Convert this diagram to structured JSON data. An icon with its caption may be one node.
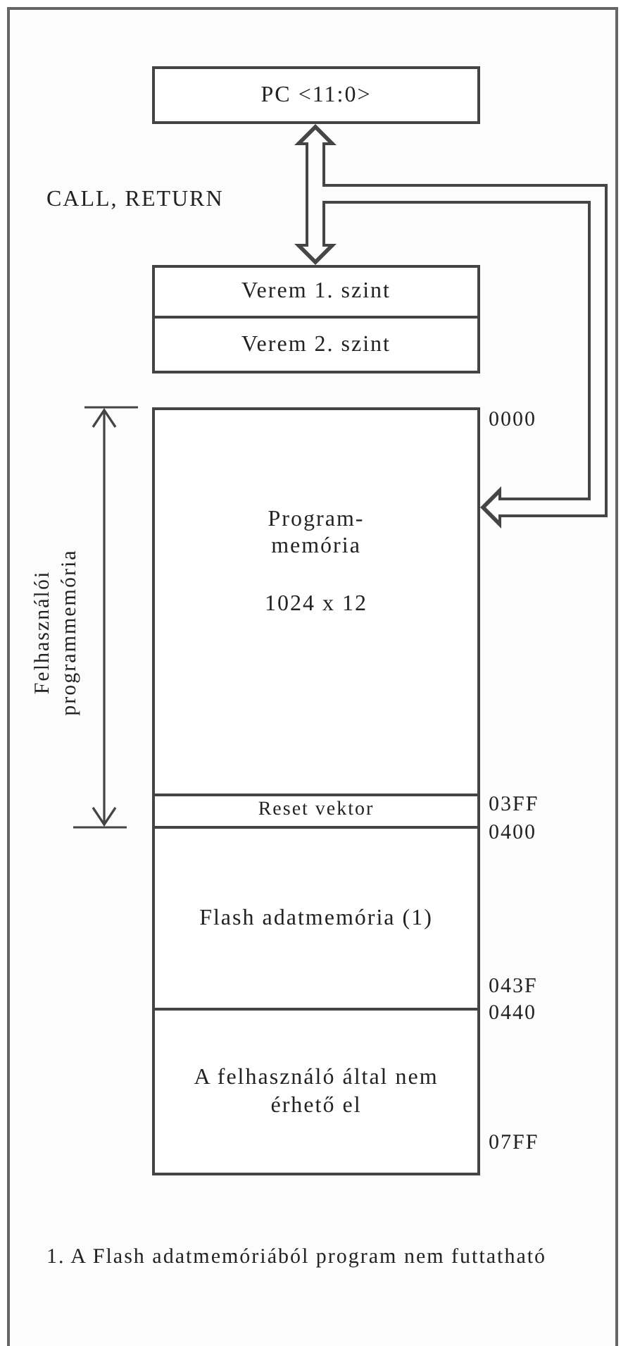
{
  "diagram": {
    "nodes": [
      {
        "text": [
          "PC <11:0>"
        ]
      },
      {
        "text": [
          "Verem 1. szint"
        ]
      },
      {
        "text": [
          "Verem 2. szint"
        ]
      },
      {
        "text": [
          "Program- memória",
          "1024 x 12"
        ]
      },
      {
        "text": [
          "Reset vektor"
        ]
      },
      {
        "text": [
          "Flash adatmemória (1)"
        ]
      },
      {
        "text": [
          "A felhasználó által nem érhető el"
        ]
      }
    ],
    "edges": [
      {
        "from": 0,
        "to": 1,
        "arrow": "both",
        "label": "CALL, RETURN"
      },
      {
        "from": 0,
        "to": 3,
        "arrow": "to"
      }
    ],
    "labels": [
      "0000",
      "Felhasználói programmemória",
      "03FF",
      "0400",
      "043F",
      "0440",
      "07FF",
      "1. A Flash adatmemóriából program nem futtatható"
    ]
  }
}
